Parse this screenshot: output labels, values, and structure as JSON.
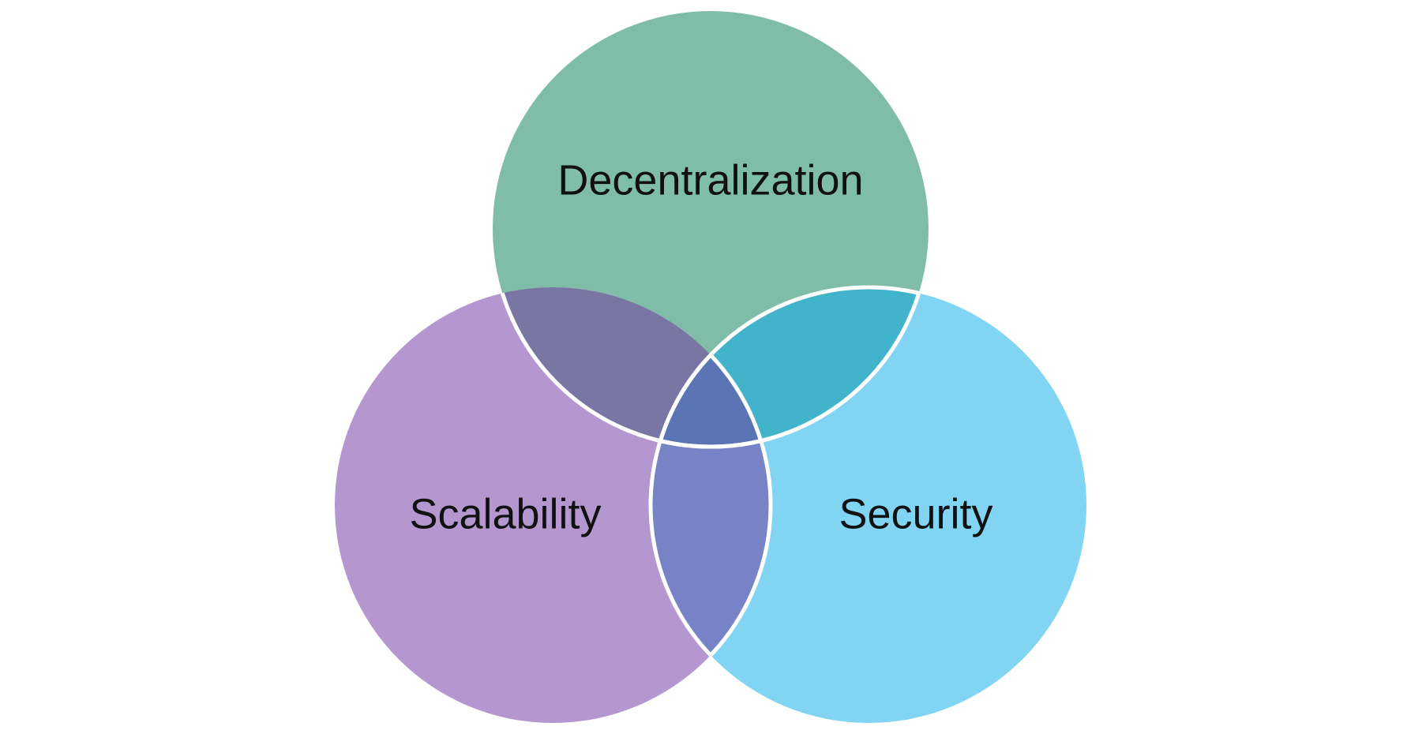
{
  "diagram": {
    "type": "venn",
    "circles": [
      {
        "id": "top",
        "label": "Decentralization",
        "color": "#80BDA8"
      },
      {
        "id": "left",
        "label": "Scalability",
        "color": "#B597D0"
      },
      {
        "id": "right",
        "label": "Security",
        "color": "#81D5F3"
      }
    ],
    "overlap_colors": {
      "top_left": "#7A76A3",
      "top_right": "#41B3CB",
      "left_right": "#7883C7",
      "all_three": "#5A74B4"
    },
    "outline_color": "#ffffff"
  }
}
